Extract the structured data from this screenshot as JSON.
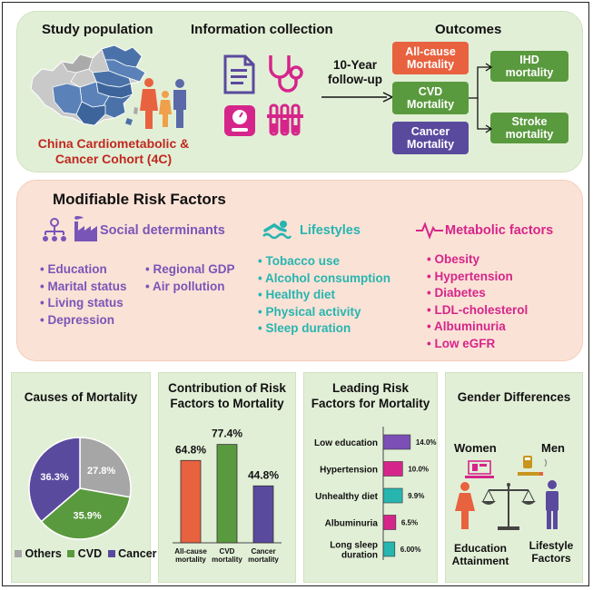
{
  "top": {
    "study_population": "Study population",
    "information_collection": "Information collection",
    "outcomes": "Outcomes",
    "cohort_line1": "China Cardiometabolic &",
    "cohort_line2": "Cancer Cohort (4C)",
    "followup_line1": "10-Year",
    "followup_line2": "follow-up",
    "boxes": {
      "allcause_1": "All-cause",
      "allcause_2": "Mortality",
      "cvd_1": "CVD",
      "cvd_2": "Mortality",
      "cancer_1": "Cancer",
      "cancer_2": "Mortality",
      "ihd_1": "IHD",
      "ihd_2": "mortality",
      "stroke_1": "Stroke",
      "stroke_2": "mortality"
    }
  },
  "risk": {
    "title": "Modifiable Risk Factors",
    "social": {
      "title": "Social determinants",
      "col1": [
        "Education",
        "Marital status",
        "Living status",
        "Depression"
      ],
      "col2": [
        "Regional GDP",
        "Air pollution"
      ]
    },
    "lifestyles": {
      "title": "Lifestyles",
      "items": [
        "Tobacco use",
        "Alcohol consumption",
        "Healthy diet",
        "Physical activity",
        "Sleep duration"
      ]
    },
    "metabolic": {
      "title": "Metabolic factors",
      "items": [
        "Obesity",
        "Hypertension",
        "Diabetes",
        "LDL-cholesterol",
        "Albuminuria",
        "Low eGFR"
      ]
    }
  },
  "panels": {
    "causes_title": "Causes of Mortality",
    "contrib_title_1": "Contribution of Risk",
    "contrib_title_2": "Factors to Mortality",
    "leading_title_1": "Leading Risk",
    "leading_title_2": "Factors for Mortality",
    "gender_title": "Gender Differences",
    "women": "Women",
    "men": "Men",
    "edu_1": "Education",
    "edu_2": "Attainment",
    "life_1": "Lifestyle",
    "life_2": "Factors"
  },
  "colors": {
    "orange": "#e8623f",
    "green": "#5a9a3e",
    "purple": "#5a4a9e",
    "gray": "#a6a6a6",
    "teal": "#27b5b0",
    "magenta": "#d6258a",
    "blue_purple": "#7b4fb5",
    "social_purple": "#7a55b8"
  },
  "chart_data": [
    {
      "type": "pie",
      "title": "Causes of Mortality",
      "categories": [
        "Others",
        "CVD",
        "Cancer"
      ],
      "values": [
        27.8,
        35.9,
        36.3
      ],
      "labels": [
        "27.8%",
        "35.9%",
        "36.3%"
      ],
      "colors": [
        "#a6a6a6",
        "#5a9a3e",
        "#5a4a9e"
      ],
      "legend": "bottom"
    },
    {
      "type": "bar",
      "title": "Contribution of Risk Factors to Mortality",
      "categories": [
        "All-cause mortality",
        "CVD mortality",
        "Cancer mortality"
      ],
      "category_lines": [
        [
          "All-cause",
          "mortality"
        ],
        [
          "CVD",
          "mortality"
        ],
        [
          "Cancer",
          "mortality"
        ]
      ],
      "values": [
        64.8,
        77.4,
        44.8
      ],
      "labels": [
        "64.8%",
        "77.4%",
        "44.8%"
      ],
      "colors": [
        "#e8623f",
        "#5a9a3e",
        "#5a4a9e"
      ]
    },
    {
      "type": "bar",
      "orientation": "horizontal",
      "title": "Leading Risk Factors for Mortality",
      "categories": [
        "Low education",
        "Hypertension",
        "Unhealthy diet",
        "Albuminuria",
        "Long sleep duration"
      ],
      "category_lines": [
        [
          "Low education"
        ],
        [
          "Hypertension"
        ],
        [
          "Unhealthy diet"
        ],
        [
          "Albuminuria"
        ],
        [
          "Long sleep",
          "duration"
        ]
      ],
      "values": [
        14.0,
        10.0,
        9.9,
        6.5,
        6.0
      ],
      "labels": [
        "14.0%",
        "10.0%",
        "9.9%",
        "6.5%",
        "6.00%"
      ],
      "colors": [
        "#7b4fb5",
        "#d6258a",
        "#27b5b0",
        "#d6258a",
        "#27b5b0"
      ]
    }
  ]
}
